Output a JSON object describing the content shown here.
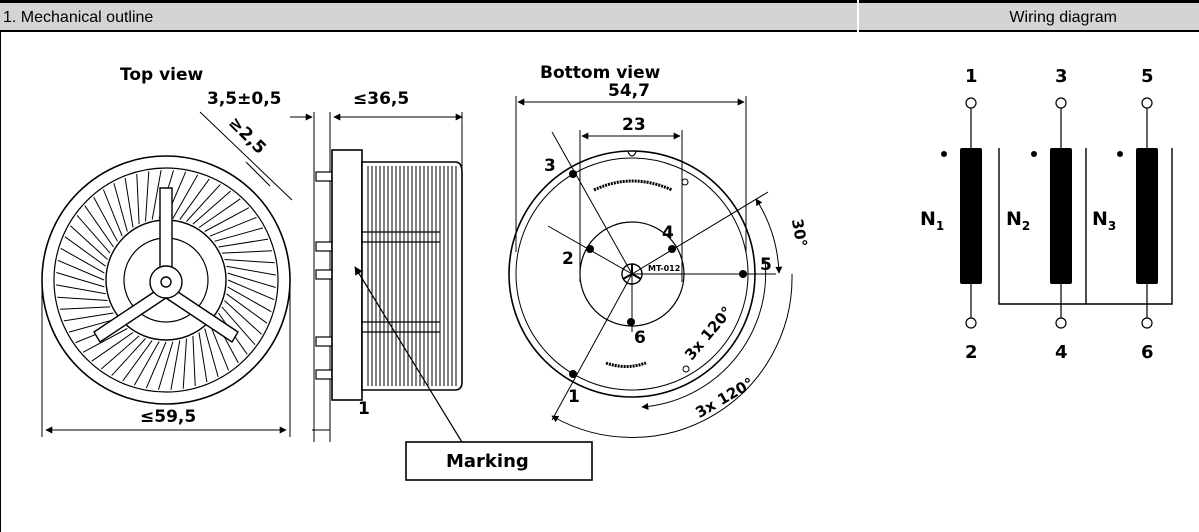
{
  "header": {
    "section_title": "1. Mechanical outline",
    "wiring_title": "Wiring diagram"
  },
  "outline": {
    "top_view_label": "Top view",
    "bottom_view_label": "Bottom view",
    "dim_pin_spacing": "3,5±0,5",
    "dim_height": "≤36,5",
    "dim_pin_pitch": "≥2,5",
    "dim_diameter": "≤59,5",
    "dim_bottom_diameter": "54,7",
    "dim_inner": "23",
    "side_pin_label": "1",
    "marking_label": "Marking",
    "pin_labels": [
      "1",
      "2",
      "3",
      "4",
      "5",
      "6"
    ],
    "angle_30": "30°",
    "angle_120_a": "3x 120°",
    "angle_120_b": "3x 120°",
    "part_text": "MT-012"
  },
  "wiring": {
    "pin_top": [
      "1",
      "3",
      "5"
    ],
    "pin_bottom": [
      "2",
      "4",
      "6"
    ],
    "windings": [
      "N1",
      "N2",
      "N3"
    ]
  }
}
